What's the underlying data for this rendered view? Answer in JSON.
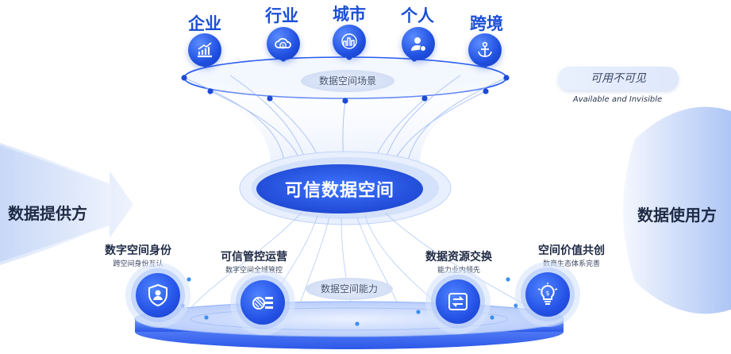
{
  "top_scenarios": [
    {
      "label": "企业",
      "icon": "growth-chart-icon"
    },
    {
      "label": "行业",
      "icon": "money-cloud-icon"
    },
    {
      "label": "城市",
      "icon": "city-skyline-icon"
    },
    {
      "label": "个人",
      "icon": "person-icon"
    },
    {
      "label": "跨境",
      "icon": "anchor-icon"
    }
  ],
  "scene_label": "数据空间场景",
  "core_label": "可信数据空间",
  "capability_label": "数据空间能力",
  "provider_label": "数据提供方",
  "user_label": "数据使用方",
  "tag": {
    "title": "可用不可见",
    "subtitle": "Available and Invisible"
  },
  "capabilities": [
    {
      "title": "数字空间身份",
      "subtitle": "跨空间身份互认",
      "icon": "shield-person-icon"
    },
    {
      "title": "可信管控运营",
      "subtitle": "数字空间全域管控",
      "icon": "control-panel-icon"
    },
    {
      "title": "数据资源交换",
      "subtitle": "能力业内领先",
      "icon": "exchange-arrows-icon"
    },
    {
      "title": "空间价值共创",
      "subtitle": "数商生态体系完善",
      "icon": "lightbulb-money-icon"
    }
  ],
  "colors": {
    "primary": "#1b4fd6",
    "accent": "#2a5cf0",
    "text_dark": "#1f2a44",
    "light_blue": "#dbe6fb"
  }
}
